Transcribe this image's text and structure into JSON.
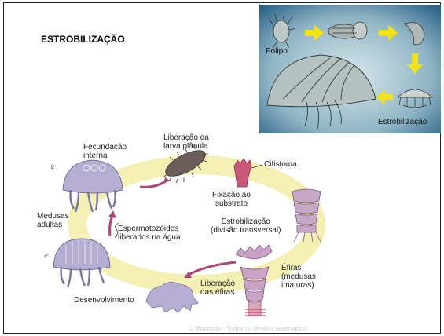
{
  "title": "ESTROBILIZAÇÃO",
  "inset": {
    "polyp_label": "Pólipo",
    "strobilization_label": "Estrobilização"
  },
  "cycle": {
    "fecundacao": [
      "Fecundação",
      "interna"
    ],
    "liberacao_larva": [
      "Liberação da",
      "larva plânula"
    ],
    "cifistoma": "Cifistoma",
    "fixacao": [
      "Fixação ao",
      "substrato"
    ],
    "estrobilizacao": [
      "Estrobilização",
      "(divisão transversal)"
    ],
    "medusas_adultas": [
      "Medusas",
      "adultas"
    ],
    "espermatozoides": [
      "Espermatozóides",
      "liberados na água"
    ],
    "efiras": [
      "Éfiras",
      "(medusas",
      "imaturas)"
    ],
    "liberacao_efiras": [
      "Liberação",
      "das éfiras"
    ],
    "desenvolvimento": "Desenvolvimento",
    "female_symbol": "♀",
    "male_symbol": "♂"
  },
  "watermark": "© Ilhaprodo - Todos os direitos reservados."
}
